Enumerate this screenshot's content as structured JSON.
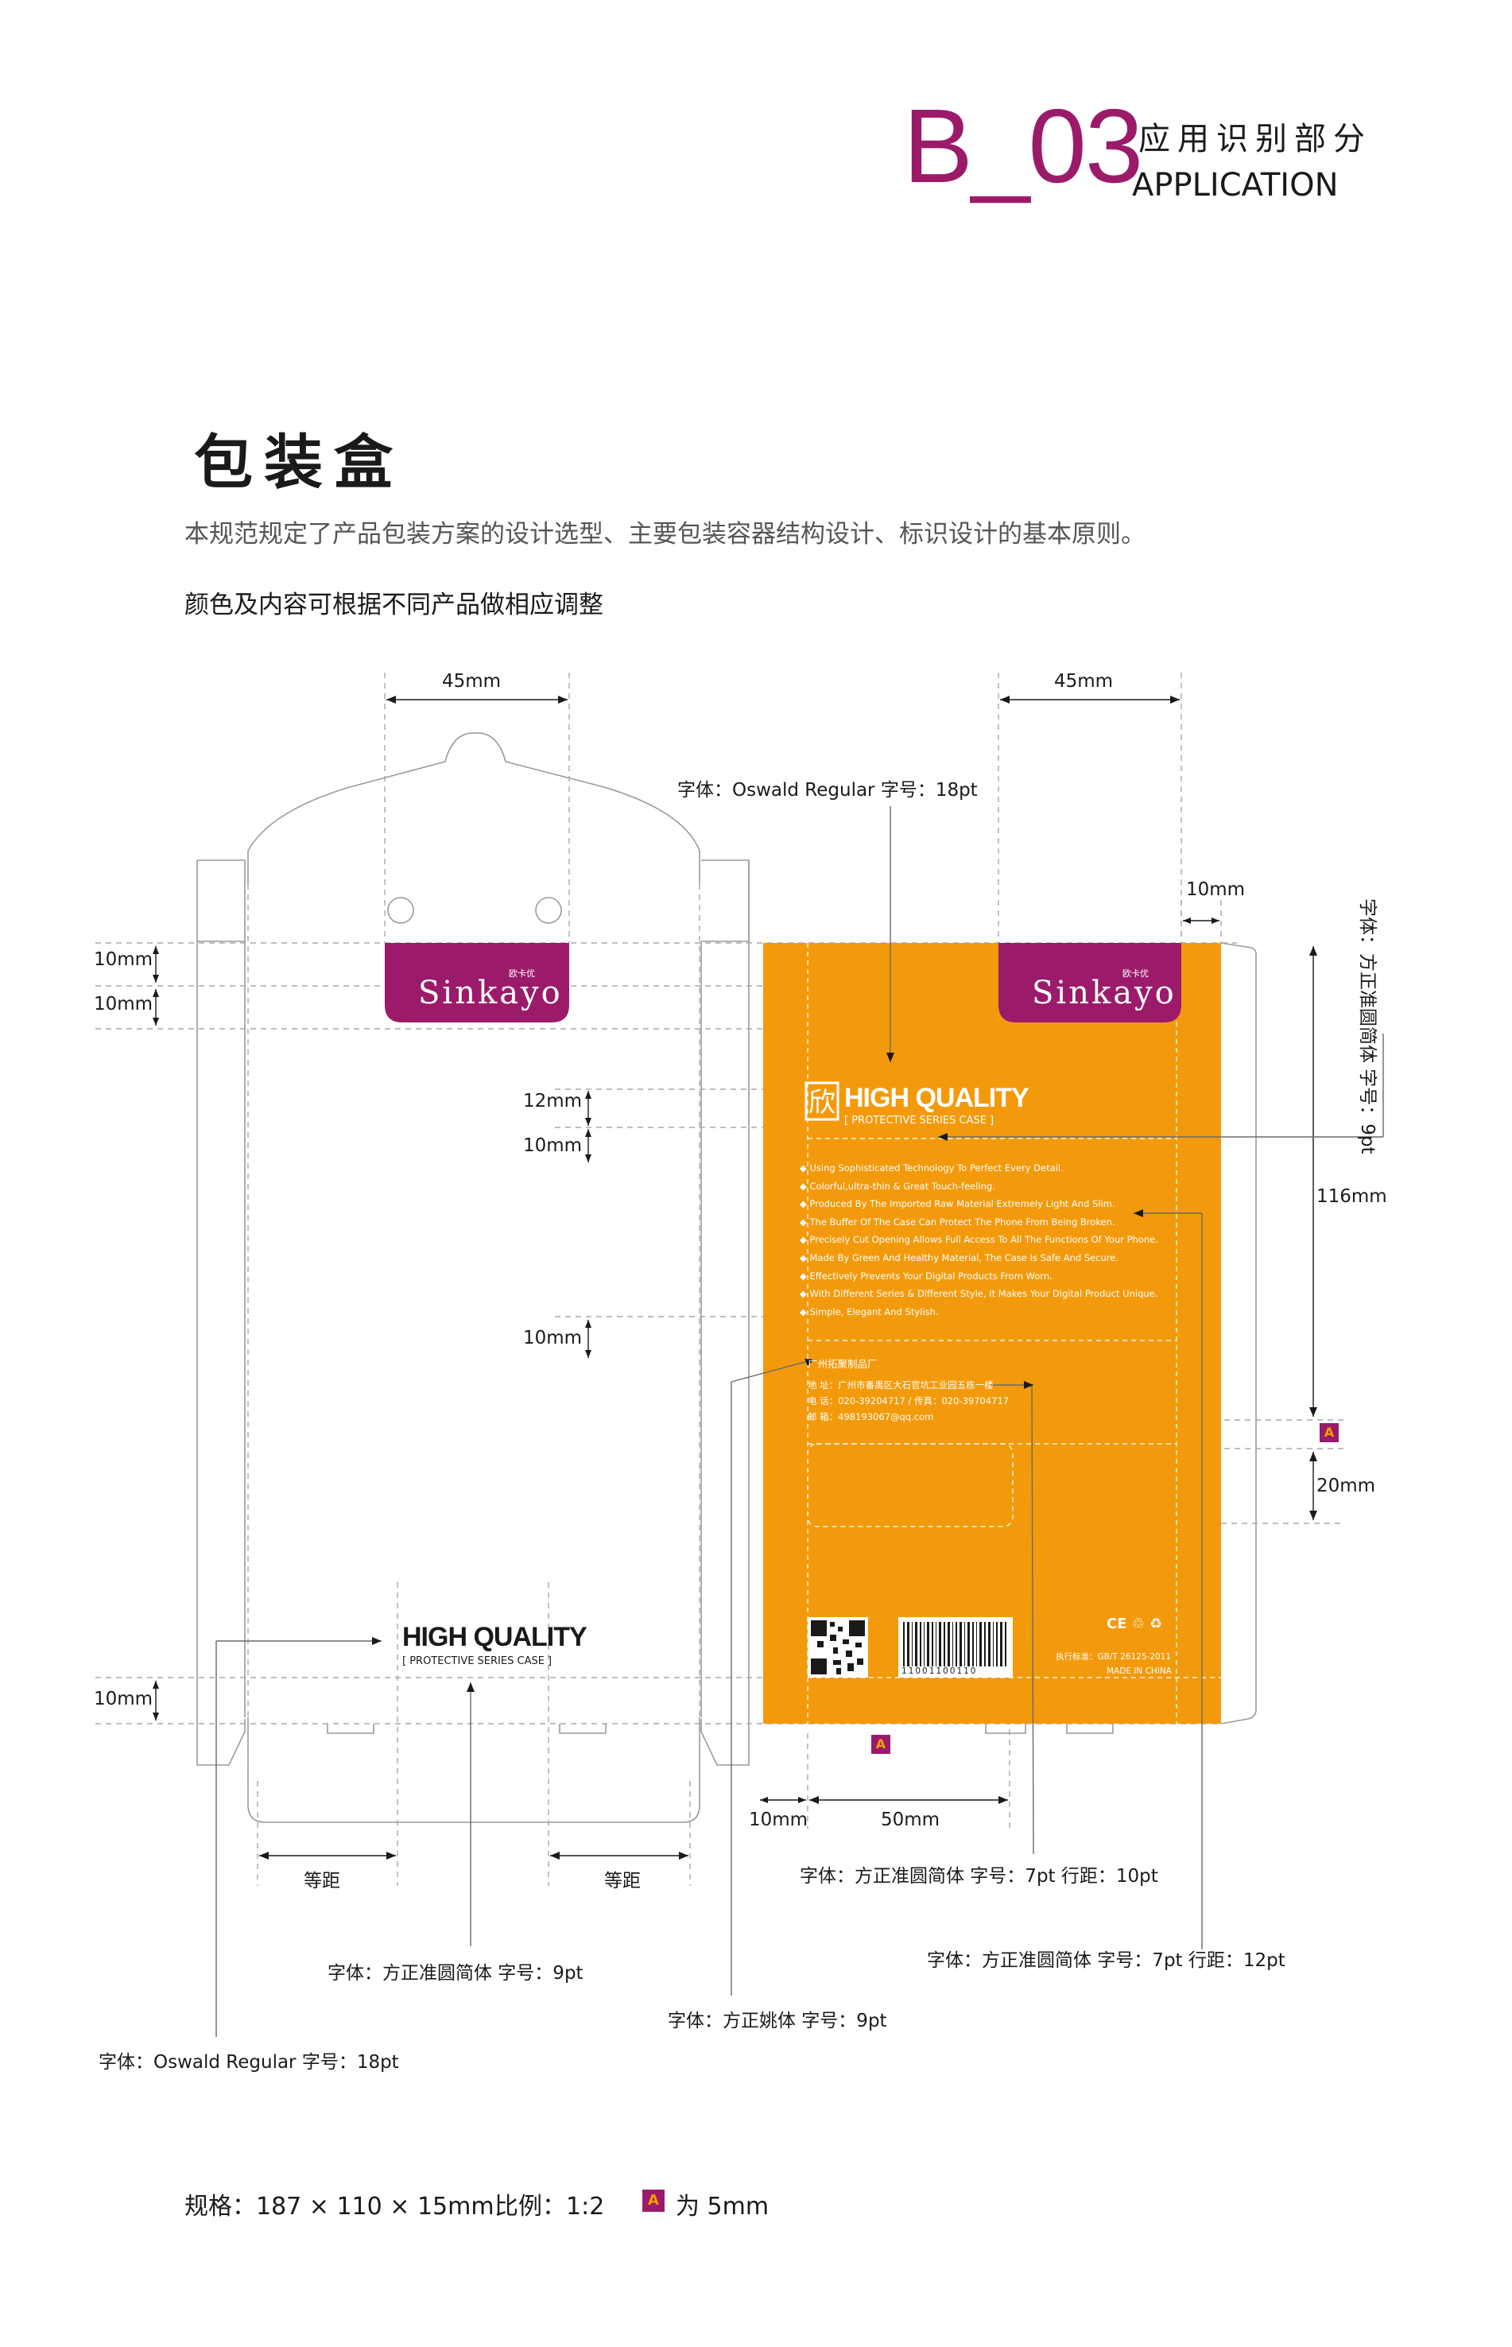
{
  "header": {
    "code": "B_03",
    "section_cn": "应用识别部分",
    "section_en": "APPLICATION"
  },
  "page": {
    "title": "包装盒",
    "intro": "本规范规定了产品包装方案的设计选型、主要包装容器结构设计、标识设计的基本原则。",
    "note": "颜色及内容可根据不同产品做相应调整"
  },
  "colors": {
    "accent": "#9b1b6a",
    "box_orange": "#f39a0c",
    "line": "#9a9a9a",
    "text": "#1a1a1a"
  },
  "dimensions": {
    "d45_left": "45mm",
    "d45_right": "45mm",
    "d10_top": "10mm",
    "d10_a": "10mm",
    "d10_b": "10mm",
    "d12": "12mm",
    "d10_c": "10mm",
    "d10_d": "10mm",
    "d116": "116mm",
    "d20": "20mm",
    "d10_e": "10mm",
    "d10_bottom": "10mm",
    "d50": "50mm",
    "equal_left": "等距",
    "equal_right": "等距"
  },
  "annotations": {
    "font_oswald_top": "字体：Oswald Regular  字号：18pt",
    "font_vertical": "字体：方正准圆简体  字号：9pt",
    "font_fz_7_10": "字体：方正准圆简体  字号：7pt  行距：10pt",
    "font_fz_9": "字体：方正准圆简体  字号：9pt",
    "font_fz_7_12": "字体：方正准圆简体  字号：7pt  行距：12pt",
    "font_yao": "字体：方正姚体  字号：9pt",
    "font_oswald_bottom": "字体：Oswald Regular  字号：18pt"
  },
  "box": {
    "brand": "Sinkayo",
    "brand_cn": "欧卡优",
    "logo_glyph": "欣",
    "headline": "HIGH QUALITY",
    "sub": "[ PROTECTIVE SERIES CASE ]",
    "bullets": [
      "◆ Using Sophisticated Technology To Perfect Every Detail.",
      "◆ Colorful,ultra-thin & Great Touch-feeling.",
      "◆ Produced By The Imported Raw Material Extremely Light And Slim.",
      "◆ The Buffer Of The Case Can Protect The Phone From Being Broken.",
      "◆ Precisely Cut Opening Allows Full Access To All The Functions Of Your Phone.",
      "◆ Made By Green And Healthy Material, The Case Is Safe And Secure.",
      "◆ Effectively Prevents Your Digital Products From Worn.",
      "◆ With Different Series & Different Style, It Makes Your Digital Product Unique.",
      "◆ Simple, Elegant And Stylish."
    ],
    "company_name": "广州拓聚制品厂",
    "company_address": "地  址：广州市番禺区大石官坑工业园五栋一楼",
    "company_phone": "电  话：020-39204717 / 传真：020-39704717",
    "company_email": "邮  箱：498193067@qq.com",
    "standard": "执行标准：GB/T 26125-2011",
    "made_in": "MADE IN CHINA",
    "barcode_number": "11001100110",
    "cert_marks": "CE ♲ ♻"
  },
  "marker": {
    "letter": "A"
  },
  "footer": {
    "spec": "规格：187 × 110 × 15mm",
    "scale": "比例：1:2",
    "marker_letter": "A",
    "marker_note": "为 5mm"
  }
}
